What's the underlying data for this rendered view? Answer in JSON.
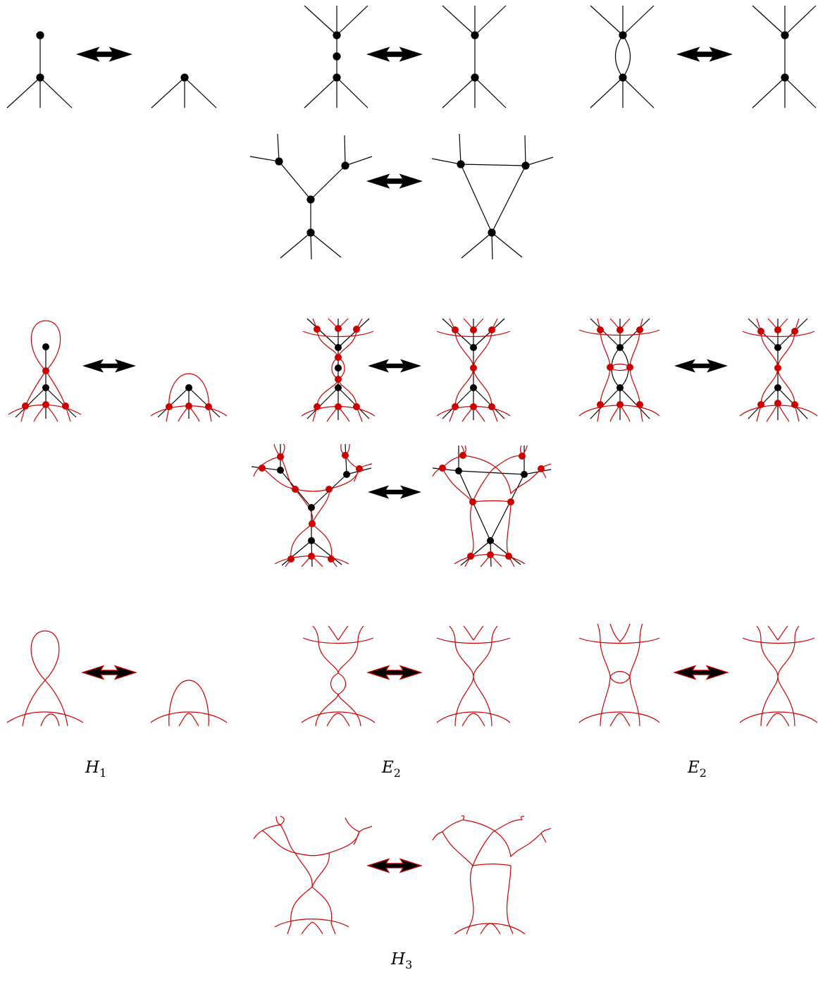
{
  "colors": {
    "graph": "#000000",
    "medial": "#cc0000",
    "background": "#ffffff"
  },
  "labels": {
    "h1": {
      "base": "H",
      "sub": "1"
    },
    "e2_left": {
      "base": "E",
      "sub": "2"
    },
    "e2_right": {
      "base": "E",
      "sub": "2"
    },
    "h3": {
      "base": "H",
      "sub": "3"
    }
  },
  "icons": {
    "arrow": "double-headed-arrow-icon"
  }
}
